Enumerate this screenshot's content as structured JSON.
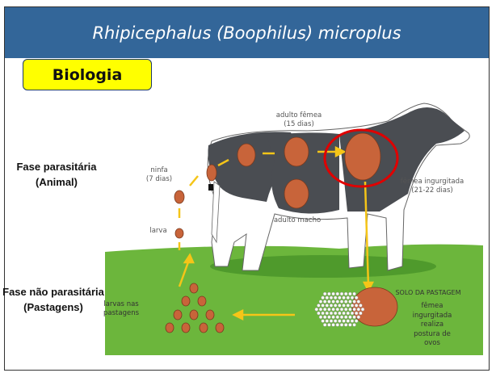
{
  "header": {
    "title": "Rhipicephalus (Boophilus) microplus"
  },
  "section_badge": "Biologia",
  "phases": {
    "parasitic": {
      "line1": "Fase parasitária",
      "line2": "(Animal)"
    },
    "non_parasitic": {
      "line1": "Fase não parasitária",
      "line2": "(Pastagens)"
    }
  },
  "labels": {
    "adult_female": {
      "line1": "adulto fêmea",
      "line2": "(15 dias)"
    },
    "nymph": {
      "line1": "ninfa",
      "line2": "(7 dias)"
    },
    "larva": "larva",
    "engorged_female": {
      "line1": "fêmea ingurgitada",
      "line2": "(21-22 dias)"
    },
    "adult_male": "adulto macho",
    "larvae_pasture": {
      "line1": "larvas nas",
      "line2": "pastagens"
    },
    "pasture_soil": "SOLO DA PASTAGEM",
    "egg_laying": [
      "fêmea",
      "ingurgitada",
      "realiza",
      "postura de",
      "ovos"
    ]
  },
  "colors": {
    "header": "#336699",
    "badge": "#ffff00",
    "tick": "#c8643a",
    "grass": "#6cb63c",
    "highlight": "#e00000",
    "arrow": "#f5c518"
  }
}
